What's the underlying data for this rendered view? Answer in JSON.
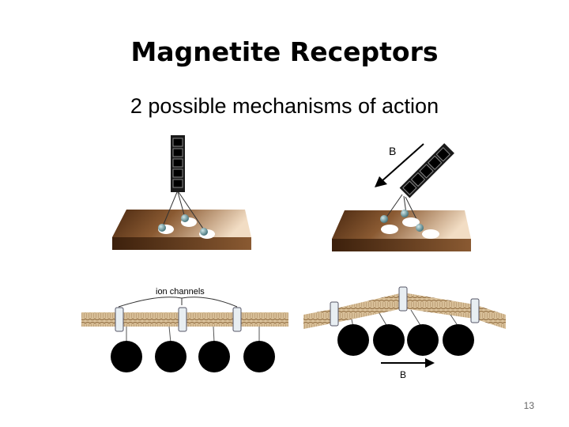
{
  "slide": {
    "title": "Magnetite Receptors",
    "subtitle": "2 possible mechanisms of action",
    "slide_number": "13"
  },
  "figure": {
    "field_label_top": "B",
    "ion_channels_label": "ion channels",
    "field_label_bottom": "B"
  },
  "colors": {
    "plate_top": "#8a5a32",
    "plate_edge": "#5a3418",
    "membrane": "#c9a77a",
    "receptor_ball": "#6b9aa0",
    "magnetite_cell": "#000000"
  }
}
